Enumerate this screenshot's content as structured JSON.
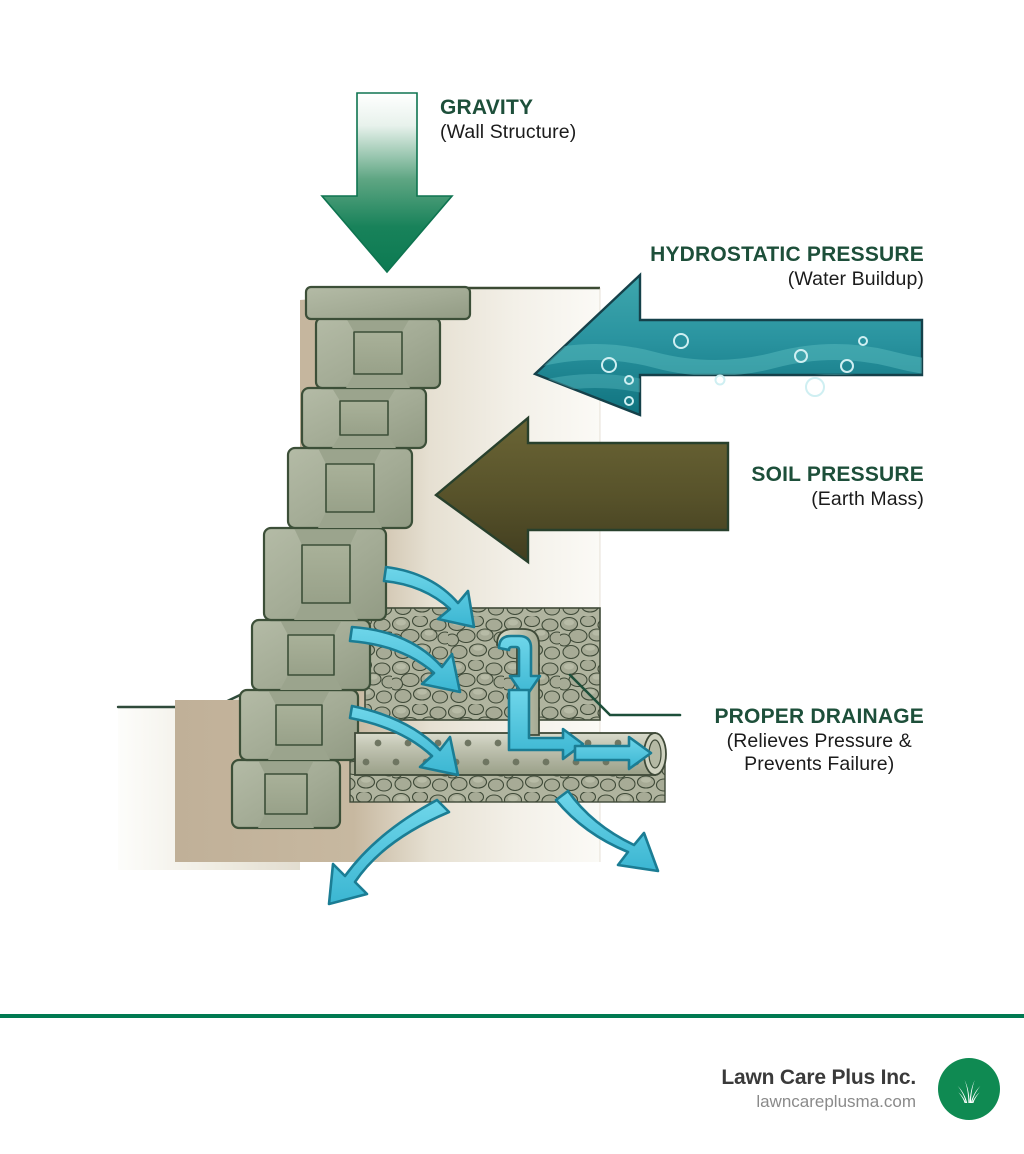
{
  "diagram": {
    "subject": "retaining-wall-pressure-and-drainage",
    "labels": {
      "gravity": {
        "title": "GRAVITY",
        "subtitle": "(Wall Structure)"
      },
      "hydrostatic": {
        "title": "HYDROSTATIC PRESSURE",
        "subtitle": "(Water Buildup)"
      },
      "soil": {
        "title": "SOIL PRESSURE",
        "subtitle": "(Earth Mass)"
      },
      "drainage": {
        "title": "PROPER DRAINAGE",
        "subtitle_line1": "(Relieves Pressure &",
        "subtitle_line2": "Prevents Failure)"
      }
    },
    "icons": {
      "gravity_arrow": "down-arrow-icon",
      "hydrostatic_arrow": "left-water-arrow-icon",
      "soil_arrow": "left-soil-arrow-icon",
      "flow_arrows": "water-flow-arrow-icon",
      "drain_pipe": "perforated-pipe-icon",
      "gravel_fill": "gravel-backfill-icon",
      "wall_blocks": "stacked-block-wall-icon",
      "leader_line": "callout-leader-line-icon"
    },
    "colors": {
      "brand_green": "#1d4f3a",
      "divider_green": "#007a51",
      "logo_green": "#0f8a52",
      "gravity_arrow_green": "#15835a",
      "water_teal": "#1b8b97",
      "soil_olive": "#5c5a2e",
      "flow_cyan": "#4cc6e0",
      "block_sage": "#a8b09a",
      "block_outline": "#3c4f38",
      "soil_mass_tan": "#c3b49b",
      "gravel_gray": "#a9ad98"
    }
  },
  "footer": {
    "company": "Lawn Care Plus Inc.",
    "url": "lawncareplusma.com",
    "logo_icon": "grass-blades-circle-logo"
  }
}
